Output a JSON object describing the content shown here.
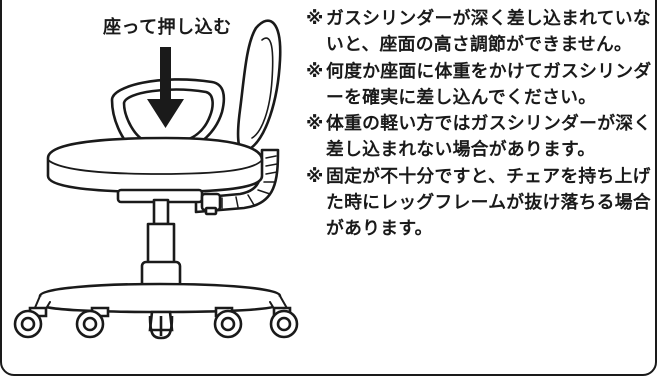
{
  "figure": {
    "caption": "座って押し込む",
    "icons": [
      "down-arrow-icon",
      "office-chair-illustration"
    ]
  },
  "notes": {
    "mark": "※",
    "items": [
      "ガスシリンダーが深く差し込まれていないと、座面の高さ調節ができません。",
      "何度か座面に体重をかけてガスシリンダーを確実に差し込んでください。",
      "体重の軽い方ではガスシリンダーが深く差し込まれない場合があります。",
      "固定が不十分ですと、チェアを持ち上げた時にレッグフレームが抜け落ちる場合があります。"
    ]
  }
}
